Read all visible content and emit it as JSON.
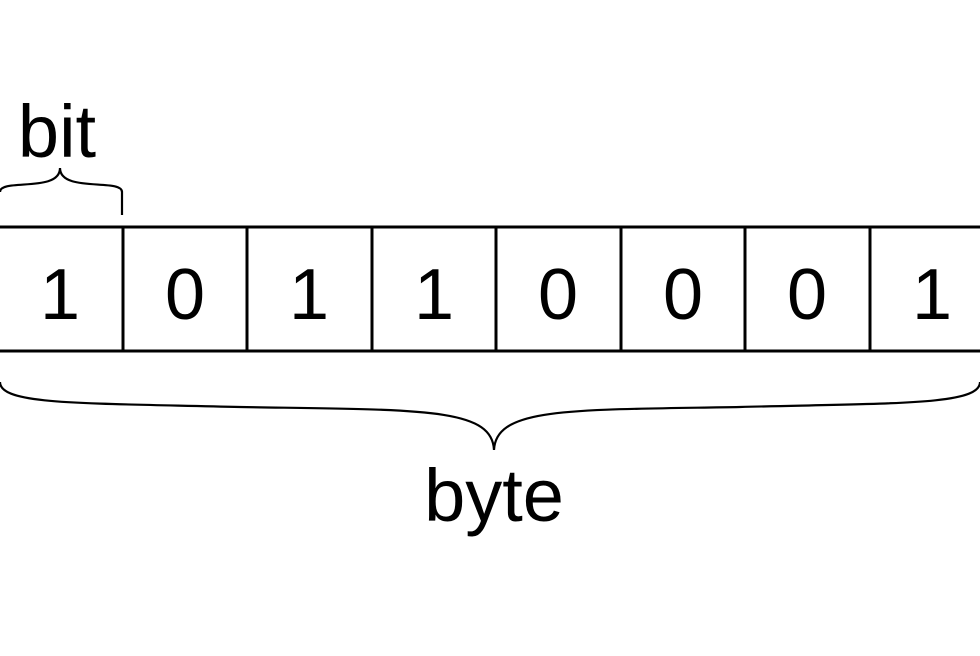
{
  "diagram": {
    "bit_label": "bit",
    "byte_label": "byte",
    "bits": [
      "1",
      "0",
      "1",
      "1",
      "0",
      "0",
      "0",
      "1"
    ],
    "colors": {
      "stroke": "#000000",
      "text": "#000000",
      "background": "#ffffff"
    }
  }
}
